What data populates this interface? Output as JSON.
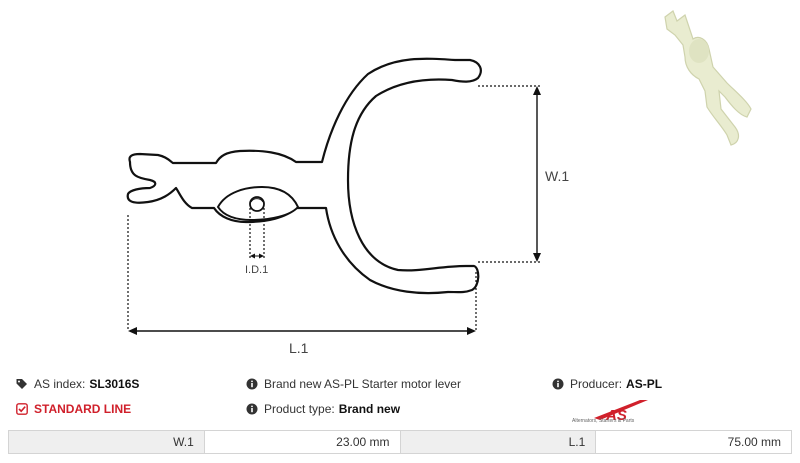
{
  "drawing": {
    "label_w1": "W.1",
    "label_l1": "L.1",
    "label_id1": "I.D.1"
  },
  "info": {
    "as_index_label": "AS index:",
    "as_index_value": "SL3016S",
    "line_label": "STANDARD LINE",
    "description": "Brand new AS-PL Starter motor lever",
    "product_type_label": "Product type:",
    "product_type_value": "Brand new",
    "producer_label": "Producer:",
    "producer_value": "AS-PL"
  },
  "logo": {
    "mark": "AS",
    "tagline": "Alternators, Starters & Parts",
    "color": "#d0202b"
  },
  "dimensions": [
    {
      "key": "W.1",
      "value": "23.00 mm"
    },
    {
      "key": "L.1",
      "value": "75.00 mm"
    }
  ]
}
